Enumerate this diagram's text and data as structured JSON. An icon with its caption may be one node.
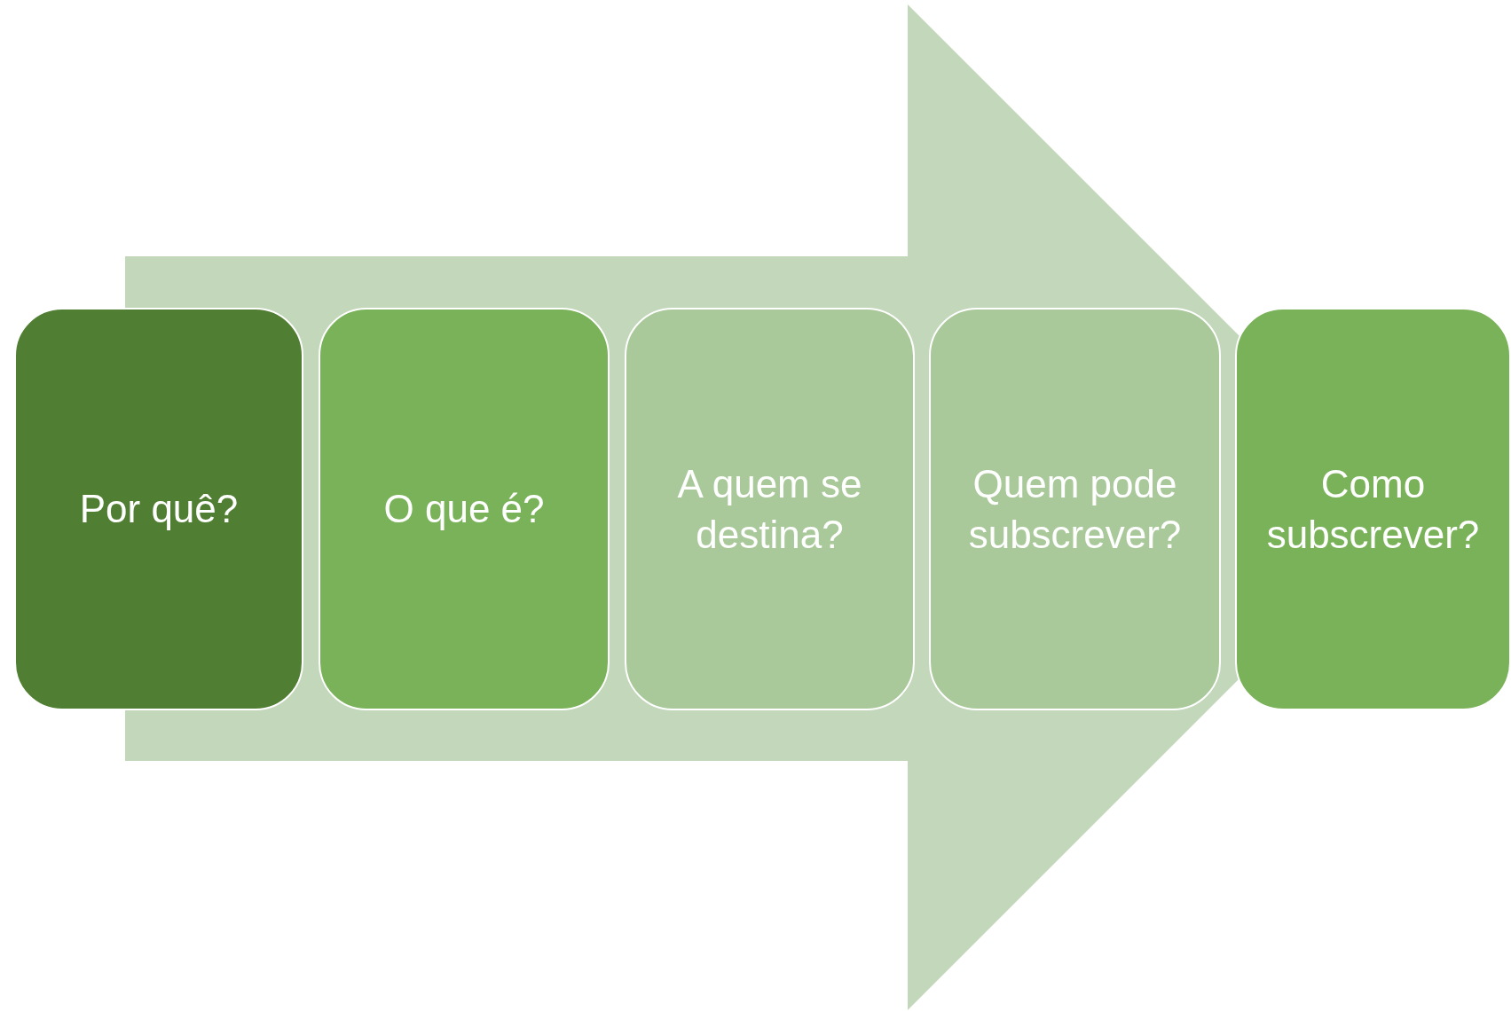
{
  "diagram": {
    "nodes": [
      {
        "text": [
          "Por quê?"
        ]
      },
      {
        "text": [
          "O que é?"
        ]
      },
      {
        "text": [
          "A quem se destina?"
        ]
      },
      {
        "text": [
          "Quem pode subscrever?"
        ]
      },
      {
        "text": [
          "Como subscrever?"
        ]
      }
    ],
    "edges": [
      {
        "from": 0,
        "to": 4,
        "arrow": "to"
      }
    ]
  }
}
